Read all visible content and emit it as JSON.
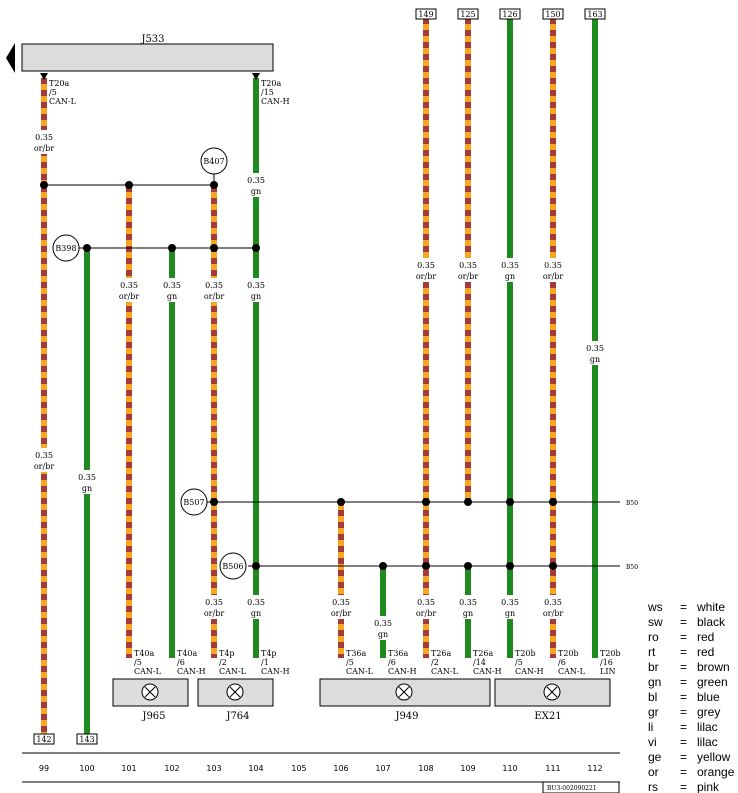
{
  "colors": {
    "orange": "#f5a623",
    "brown": "#a63a3a",
    "green": "#1f8a1f",
    "module_fill": "#dcdcdc"
  },
  "top_module": {
    "name": "J533"
  },
  "top_refs": [
    "149",
    "125",
    "126",
    "150",
    "163"
  ],
  "j533_pins": [
    {
      "pin": "T20a",
      "num": "/5",
      "sig": "CAN-L"
    },
    {
      "pin": "T20a",
      "num": "/15",
      "sig": "CAN-H"
    }
  ],
  "splices": [
    "B407",
    "B398",
    "B507",
    "B506"
  ],
  "bus_tags": [
    "B50",
    "B50"
  ],
  "wire_labels": [
    {
      "size": "0.35",
      "color": "or/br"
    },
    {
      "size": "0.35",
      "color": "gn"
    }
  ],
  "bottom_refs": [
    "142",
    "143"
  ],
  "connectors": [
    {
      "pin": "T40a",
      "num": "/5",
      "sig": "CAN-L"
    },
    {
      "pin": "T40a",
      "num": "/6",
      "sig": "CAN-H"
    },
    {
      "pin": "T4p",
      "num": "/2",
      "sig": "CAN-L"
    },
    {
      "pin": "T4p",
      "num": "/1",
      "sig": "CAN-H"
    },
    {
      "pin": "T36a",
      "num": "/5",
      "sig": "CAN-L"
    },
    {
      "pin": "T36a",
      "num": "/6",
      "sig": "CAN-H"
    },
    {
      "pin": "T26a",
      "num": "/2",
      "sig": "CAN-L"
    },
    {
      "pin": "T26a",
      "num": "/14",
      "sig": "CAN-H"
    },
    {
      "pin": "T20b",
      "num": "/5",
      "sig": "CAN-H"
    },
    {
      "pin": "T20b",
      "num": "/6",
      "sig": "CAN-L"
    },
    {
      "pin": "T20b",
      "num": "/16",
      "sig": "LIN"
    }
  ],
  "modules": [
    "J965",
    "J764",
    "J949",
    "EX21"
  ],
  "columns": [
    "99",
    "100",
    "101",
    "102",
    "103",
    "104",
    "105",
    "106",
    "107",
    "108",
    "109",
    "110",
    "111",
    "112"
  ],
  "doc_number": "BU3-002090221",
  "legend": [
    {
      "code": "ws",
      "eq": "=",
      "name": "white"
    },
    {
      "code": "sw",
      "eq": "=",
      "name": "black"
    },
    {
      "code": "ro",
      "eq": "=",
      "name": "red"
    },
    {
      "code": "rt",
      "eq": "=",
      "name": "red"
    },
    {
      "code": "br",
      "eq": "=",
      "name": "brown"
    },
    {
      "code": "gn",
      "eq": "=",
      "name": "green"
    },
    {
      "code": "bl",
      "eq": "=",
      "name": "blue"
    },
    {
      "code": "gr",
      "eq": "=",
      "name": "grey"
    },
    {
      "code": "li",
      "eq": "=",
      "name": "lilac"
    },
    {
      "code": "vi",
      "eq": "=",
      "name": "lilac"
    },
    {
      "code": "ge",
      "eq": "=",
      "name": "yellow"
    },
    {
      "code": "or",
      "eq": "=",
      "name": "orange"
    },
    {
      "code": "rs",
      "eq": "=",
      "name": "pink"
    }
  ]
}
